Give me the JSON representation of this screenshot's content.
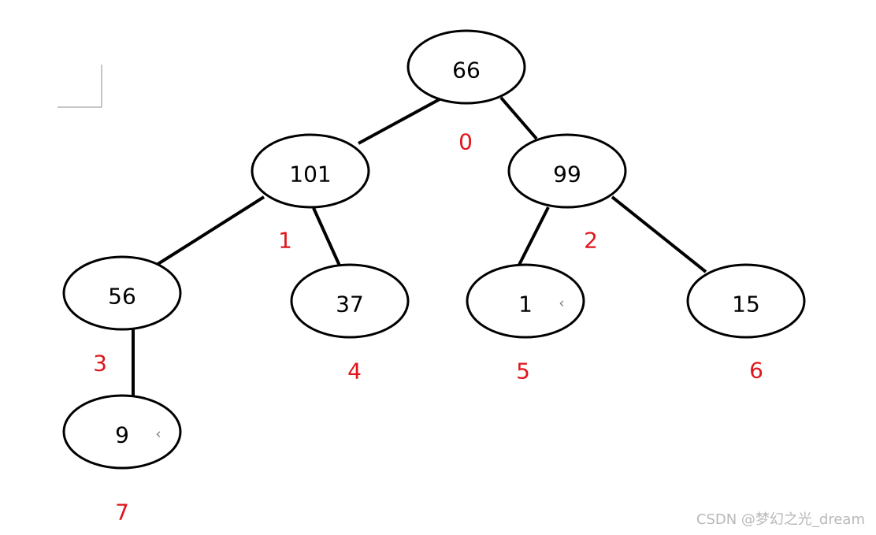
{
  "tree": {
    "nodes": [
      {
        "id": "n0",
        "value": "66",
        "index": "0"
      },
      {
        "id": "n1",
        "value": "101",
        "index": "1"
      },
      {
        "id": "n2",
        "value": "99",
        "index": "2"
      },
      {
        "id": "n3",
        "value": "56",
        "index": "3"
      },
      {
        "id": "n4",
        "value": "37",
        "index": "4"
      },
      {
        "id": "n5",
        "value": "1",
        "index": "5"
      },
      {
        "id": "n6",
        "value": "15",
        "index": "6"
      },
      {
        "id": "n7",
        "value": "9",
        "index": "7"
      }
    ],
    "edges": [
      {
        "from": "66",
        "to": "101"
      },
      {
        "from": "66",
        "to": "99"
      },
      {
        "from": "101",
        "to": "56"
      },
      {
        "from": "101",
        "to": "37"
      },
      {
        "from": "99",
        "to": "1"
      },
      {
        "from": "99",
        "to": "15"
      },
      {
        "from": "56",
        "to": "9"
      }
    ],
    "return_icon": "return-arrow-icon"
  },
  "colors": {
    "node_stroke": "#000000",
    "index_label": "#e0151b",
    "watermark": "#b8b8b8"
  },
  "watermark": "CSDN @梦幻之光_dream"
}
